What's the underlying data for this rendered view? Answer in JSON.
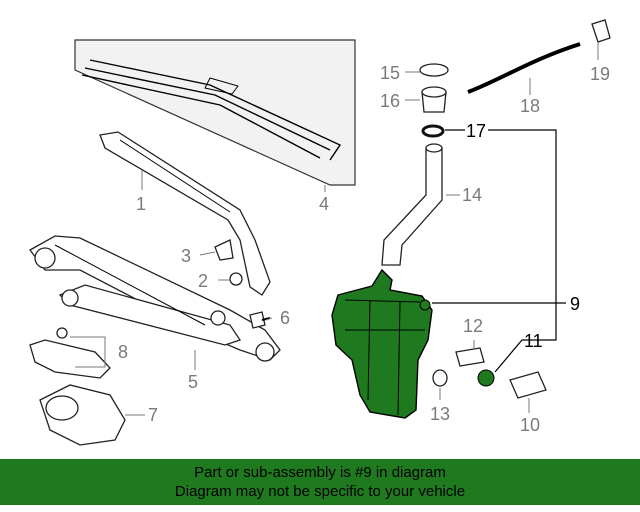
{
  "callouts": {
    "c1": "1",
    "c2": "2",
    "c3": "3",
    "c4": "4",
    "c5": "5",
    "c6": "6",
    "c7": "7",
    "c8": "8",
    "c9": "9",
    "c10": "10",
    "c11": "11",
    "c12": "12",
    "c13": "13",
    "c14": "14",
    "c15": "15",
    "c16": "16",
    "c17": "17",
    "c18": "18",
    "c19": "19"
  },
  "banner": {
    "line1": "Part or sub-assembly is #9 in diagram",
    "line2": "Diagram may not be specific to your vehicle"
  },
  "colors": {
    "highlight": "#1f7a1f",
    "banner": "#1f7a1f"
  }
}
